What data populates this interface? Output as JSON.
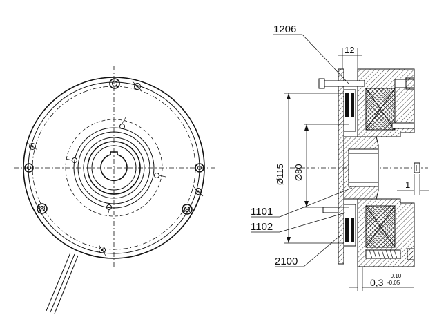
{
  "part_labels": [
    "1206",
    "1101",
    "1102",
    "2100"
  ],
  "dimensions": {
    "width_12": "12",
    "dia_115": "Ø115",
    "dia_80": "Ø80",
    "gap_1": "1",
    "air_gap_base": "0,3",
    "air_gap_tol_upper": "+0,10",
    "air_gap_tol_lower": "-0,05"
  }
}
